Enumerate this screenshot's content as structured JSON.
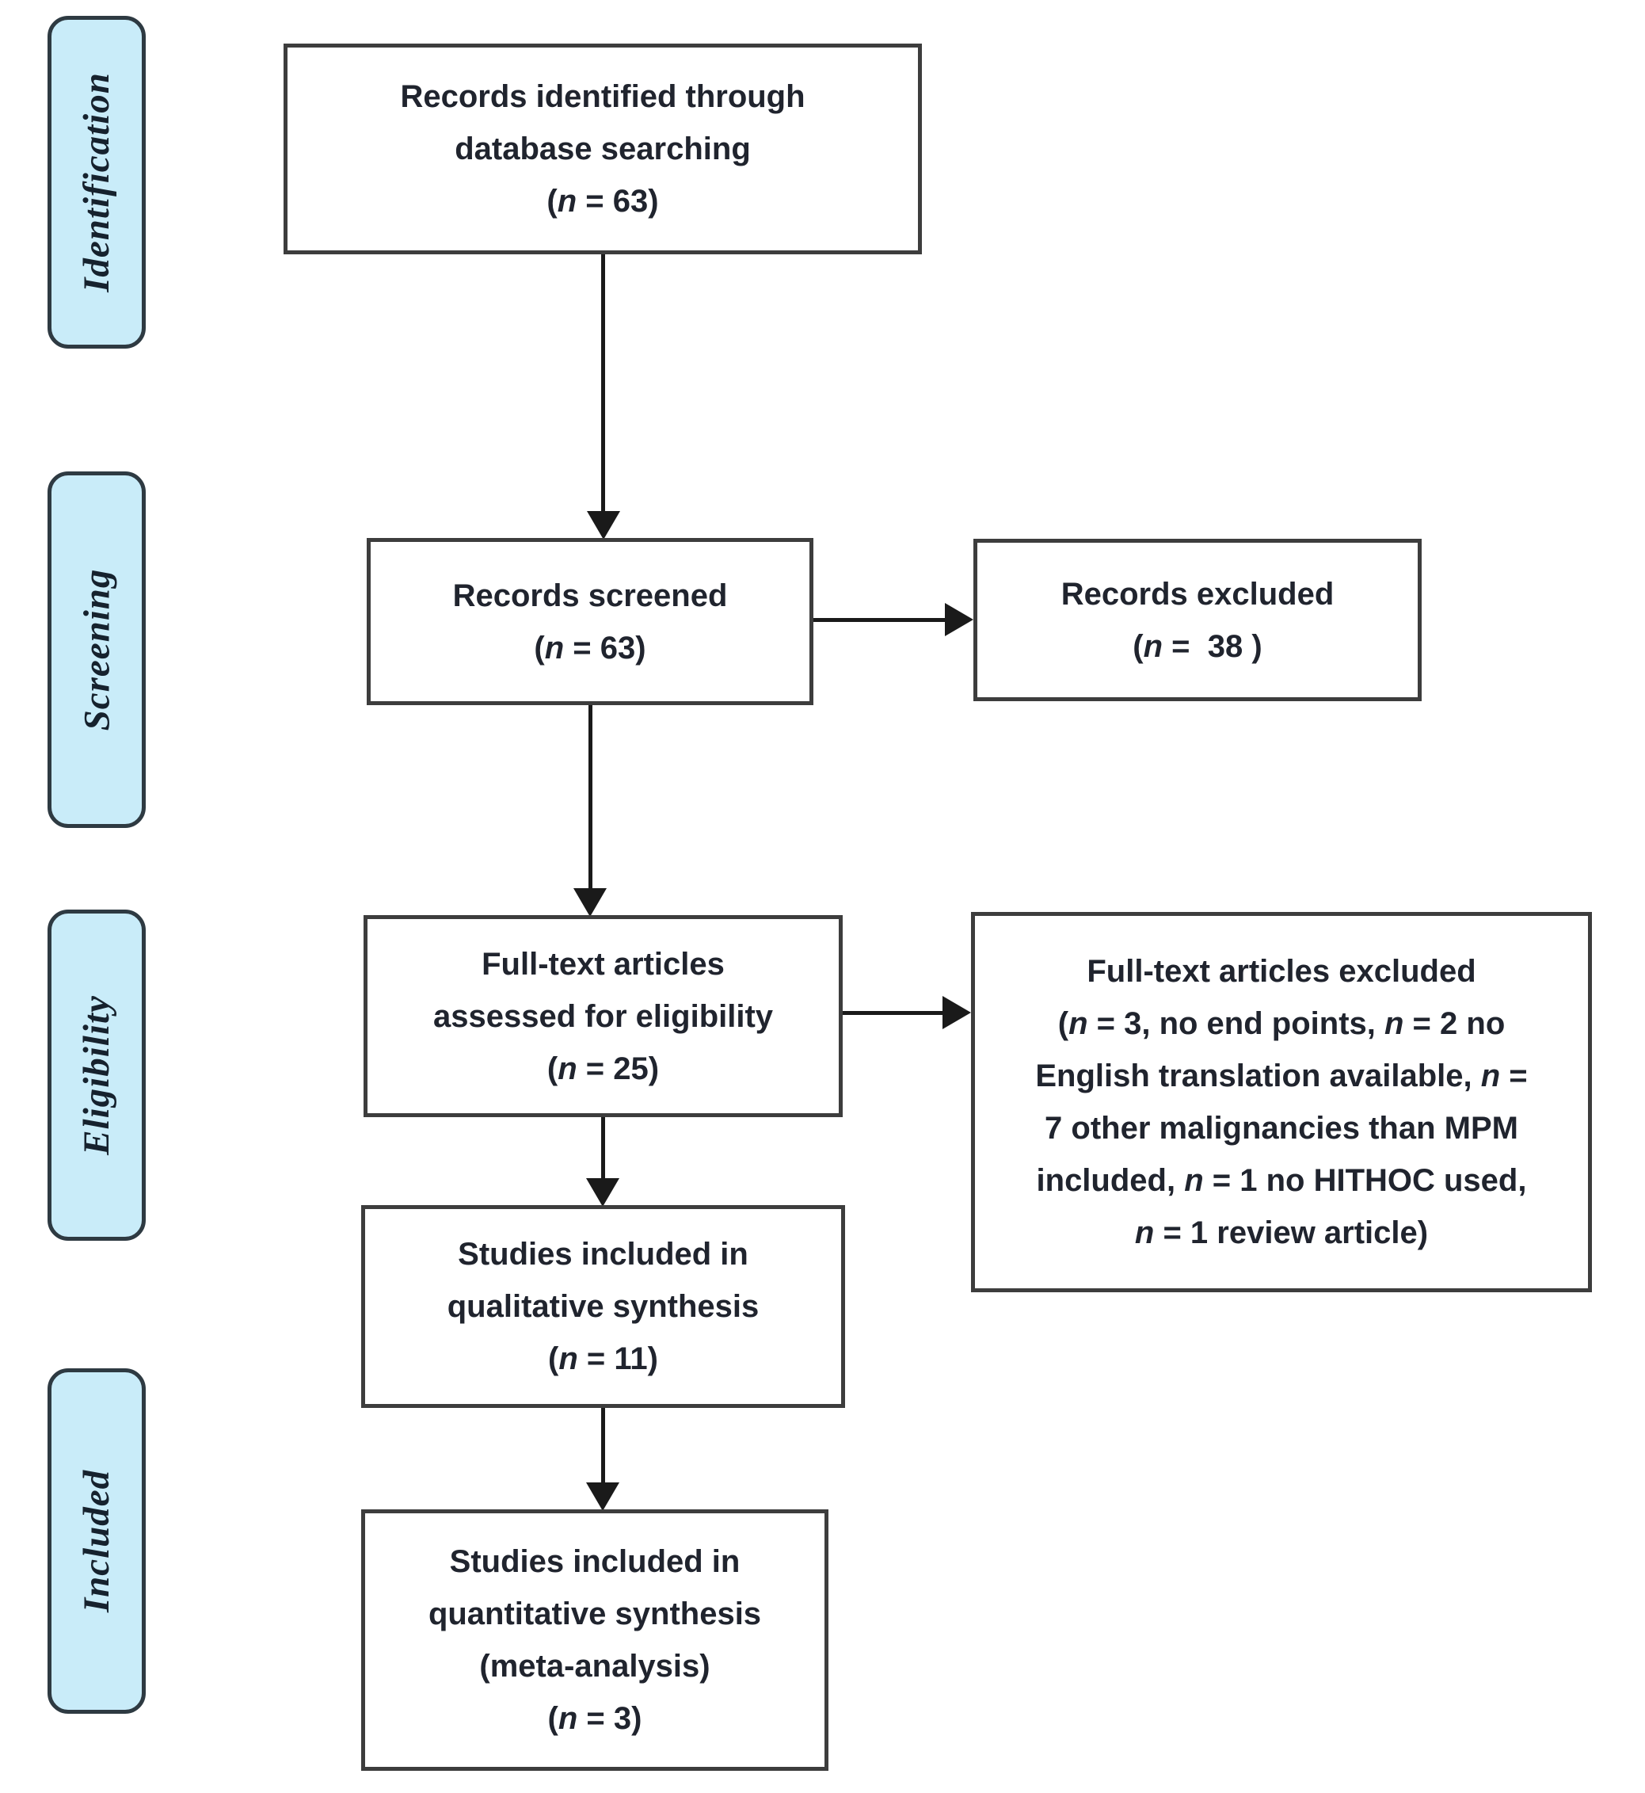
{
  "diagram": {
    "type": "prisma-flowchart",
    "stages": [
      {
        "label": "Identification"
      },
      {
        "label": "Screening"
      },
      {
        "label": "Eligibility"
      },
      {
        "label": "Included"
      }
    ],
    "boxes": {
      "identified": {
        "lines": [
          "Records identified through",
          "database searching",
          "(n = 63)"
        ]
      },
      "screened": {
        "lines": [
          "Records screened",
          "(n = 63)"
        ]
      },
      "records_excluded": {
        "lines": [
          "Records excluded",
          "(n =  38 )"
        ]
      },
      "fulltext_assessed": {
        "lines": [
          "Full-text articles",
          "assessed for eligibility",
          "(n = 25)"
        ]
      },
      "fulltext_excluded": {
        "lines": [
          "Full-text articles excluded",
          "(n = 3, no end points, n = 2 no",
          "English translation available, n =",
          "7 other malignancies than MPM",
          "included, n = 1 no HITHOC used,",
          "n = 1 review article)"
        ]
      },
      "qualitative": {
        "lines": [
          "Studies included in",
          "qualitative synthesis",
          "(n = 11)"
        ]
      },
      "quantitative": {
        "lines": [
          "Studies included in",
          "quantitative synthesis",
          "(meta-analysis)",
          "(n = 3)"
        ]
      }
    },
    "colors": {
      "stage_fill": "#c9ecf9",
      "stage_border": "#2e3a42",
      "box_border": "#3d3d3d",
      "text": "#20242e",
      "arrow": "#1a1a1a",
      "background": "#ffffff"
    }
  }
}
